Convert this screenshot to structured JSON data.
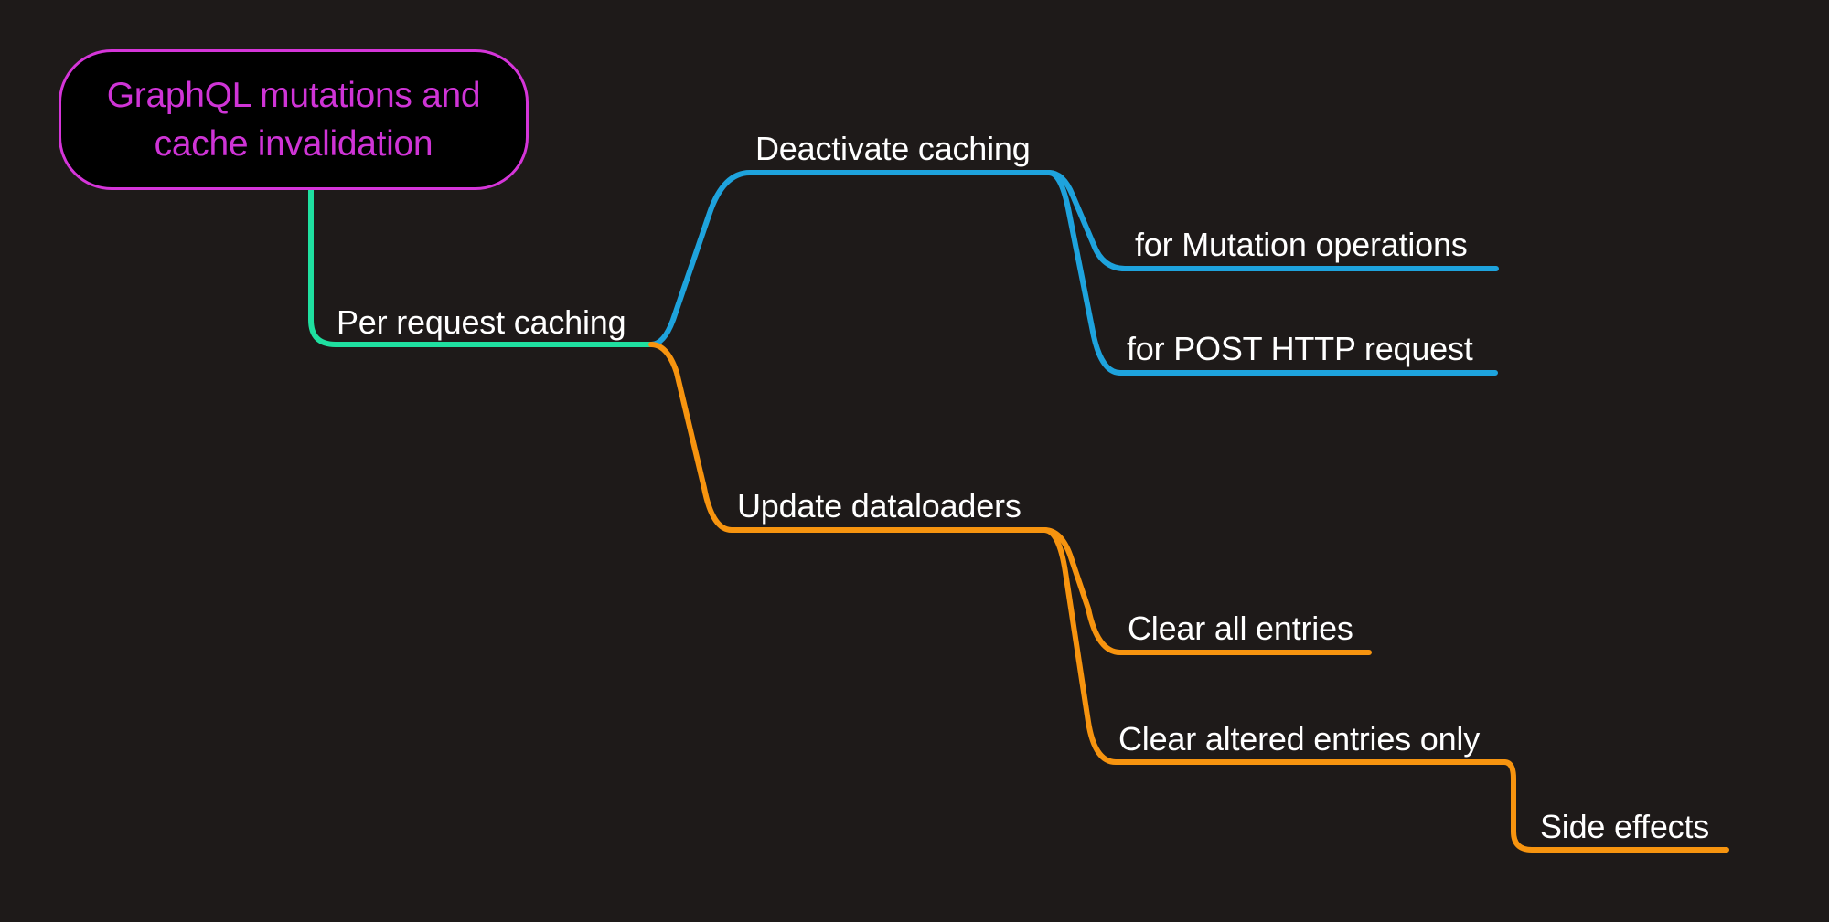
{
  "root": {
    "title": "GraphQL mutations and\ncache invalidation",
    "color": "#d535d9"
  },
  "nodes": {
    "per_request": {
      "label": "Per request caching",
      "color": "#1fe0a0"
    },
    "deactivate": {
      "label": "Deactivate caching",
      "color": "#1ea3dd"
    },
    "mutation_ops": {
      "label": "for Mutation operations",
      "color": "#1ea3dd"
    },
    "post_http": {
      "label": "for POST HTTP request",
      "color": "#1ea3dd"
    },
    "update_dataloaders": {
      "label": "Update dataloaders",
      "color": "#f7940f"
    },
    "clear_all": {
      "label": "Clear all entries",
      "color": "#f7940f"
    },
    "clear_altered": {
      "label": "Clear altered entries only",
      "color": "#f7940f"
    },
    "side_effects": {
      "label": "Side effects",
      "color": "#f7940f"
    }
  },
  "background": "#1e1a19"
}
